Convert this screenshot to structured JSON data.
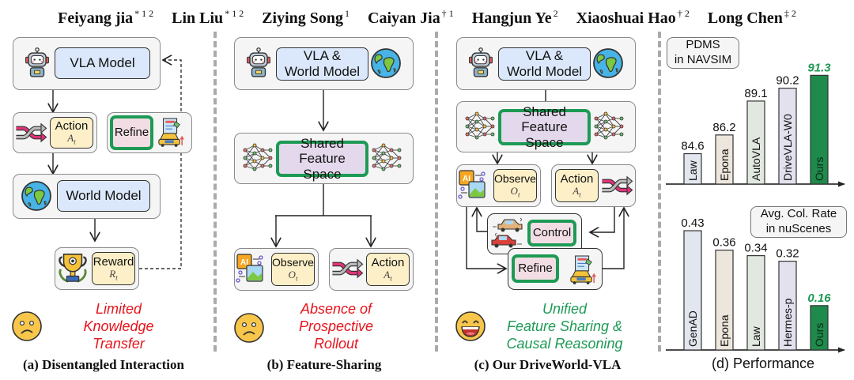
{
  "authors": [
    {
      "name": "Feiyang jia",
      "sup": "* 1 2"
    },
    {
      "name": "Lin Liu",
      "sup": "* 1 2"
    },
    {
      "name": "Ziying Song",
      "sup": "1"
    },
    {
      "name": "Caiyan Jia",
      "sup": "† 1"
    },
    {
      "name": "Hangjun Ye",
      "sup": "2"
    },
    {
      "name": "Xiaoshuai Hao",
      "sup": "† 2"
    },
    {
      "name": "Long Chen",
      "sup": "‡ 2"
    }
  ],
  "panel_a": {
    "vla_model": "VLA Model",
    "action": "Action",
    "action_sym": "At",
    "refine": "Refine",
    "world_model": "World Model",
    "reward": "Reward",
    "reward_sym": "Rt",
    "note": [
      "Limited",
      "Knowledge",
      "Transfer"
    ],
    "caption": "(a) Disentangled Interaction"
  },
  "panel_b": {
    "vla_world_1": "VLA &",
    "vla_world_2": "World Model",
    "shared_1": "Shared",
    "shared_2": "Feature Space",
    "observe": "Observe",
    "observe_sym": "Ot",
    "action": "Action",
    "action_sym": "At",
    "note": [
      "Absence of",
      "Prospective",
      "Rollout"
    ],
    "caption": "(b) Feature-Sharing"
  },
  "panel_c": {
    "vla_world_1": "VLA &",
    "vla_world_2": "World Model",
    "shared_1": "Shared",
    "shared_2": "Feature Space",
    "observe": "Observe",
    "observe_sym": "Ot",
    "action": "Action",
    "action_sym": "At",
    "control": "Control",
    "refine": "Refine",
    "note": [
      "Unified",
      "Feature Sharing &",
      "Causal Reasoning"
    ],
    "caption": "(c) Our DriveWorld-VLA"
  },
  "panel_d": {
    "caption": "(d) Performance"
  },
  "icons": {
    "robot": "robot-icon",
    "globe": "globe-icon",
    "shuffle": "shuffle-arrows-icon",
    "trophy": "trophy-icon",
    "neural_net": "neural-network-icon",
    "ai_image": "ai-image-icon",
    "cars": "cars-icon",
    "car_refine": "car-refine-icon",
    "sad_face": "sad-face-icon",
    "happy_face": "happy-face-icon"
  },
  "colors": {
    "accent_green": "#1d9a55",
    "warning_red": "#e6141c"
  },
  "chart_data": [
    {
      "type": "bar",
      "title": "PDMS in NAVSIM",
      "categories": [
        "Law",
        "Epona",
        "AutoVLA",
        "DriveVLA-W0",
        "Ours"
      ],
      "values": [
        84.6,
        86.2,
        89.1,
        90.2,
        91.3
      ],
      "value_labels": [
        "84.6",
        "86.2",
        "89.1",
        "90.2",
        "91.3"
      ],
      "highlight": "Ours",
      "bar_colors": [
        "#e2e6ee",
        "#ede6dc",
        "#e1e8e0",
        "#e4e1ee",
        "#1e8a4c"
      ],
      "xlabel": "",
      "ylabel": "",
      "ylim": [
        82,
        92
      ],
      "grid": false,
      "legend": "top-left"
    },
    {
      "type": "bar",
      "title": "Avg. Col. Rate in nuScenes",
      "categories": [
        "GenAD",
        "Epona",
        "Law",
        "Hermes-p",
        "Ours"
      ],
      "values": [
        0.43,
        0.36,
        0.34,
        0.32,
        0.16
      ],
      "value_labels": [
        "0.43",
        "0.36",
        "0.34",
        "0.32",
        "0.16"
      ],
      "highlight": "Ours",
      "bar_colors": [
        "#e2e6ee",
        "#ede6dc",
        "#e1e8e0",
        "#e4e1ee",
        "#1e8a4c"
      ],
      "xlabel": "",
      "ylabel": "",
      "ylim": [
        0,
        0.45
      ],
      "grid": false,
      "legend": "top-right"
    }
  ]
}
